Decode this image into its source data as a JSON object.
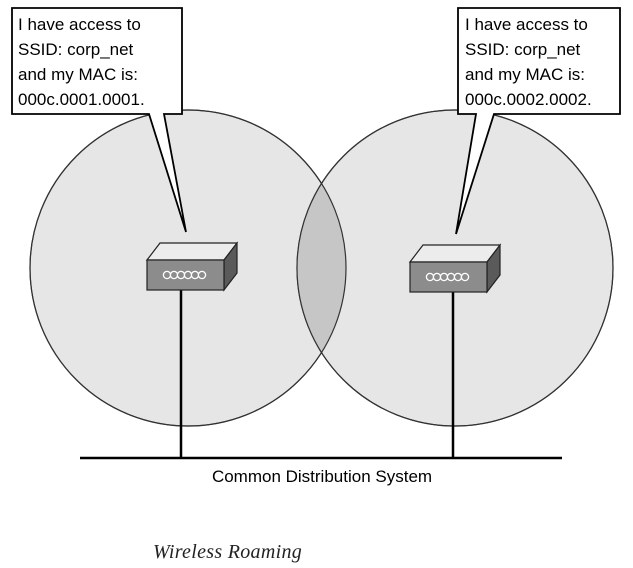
{
  "callouts": {
    "left": {
      "lines": [
        "I have access to",
        "SSID: corp_net",
        "and my MAC is:",
        "000c.0001.0001."
      ]
    },
    "right": {
      "lines": [
        "I have access to",
        "SSID: corp_net",
        "and my MAC is:",
        "000c.0002.0002."
      ]
    }
  },
  "distribution_label": "Common Distribution System",
  "caption": "Wireless Roaming",
  "colors": {
    "coverage_fill": "#e6e6e6",
    "overlap_fill": "#c6c6c6",
    "outline": "#333333",
    "ap_top": "#ececec",
    "ap_front": "#8c8c8c",
    "ap_side": "#5a5a5a"
  }
}
